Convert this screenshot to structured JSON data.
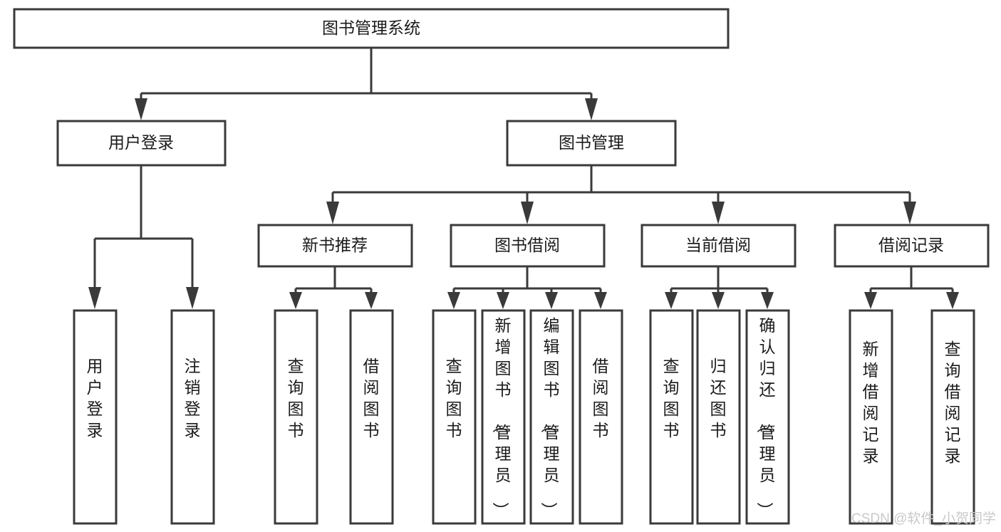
{
  "diagram": {
    "title": "图书管理系统",
    "type": "tree-hierarchy",
    "watermark": "CSDN @软件_小贺同学",
    "root": {
      "id": "root",
      "label": "图书管理系统"
    },
    "level2": [
      {
        "id": "user-login",
        "label": "用户登录"
      },
      {
        "id": "book-manage",
        "label": "图书管理"
      }
    ],
    "level3": [
      {
        "id": "new-book-recommend",
        "label": "新书推荐",
        "parent": "book-manage"
      },
      {
        "id": "book-borrow",
        "label": "图书借阅",
        "parent": "book-manage"
      },
      {
        "id": "current-borrow",
        "label": "当前借阅",
        "parent": "book-manage"
      },
      {
        "id": "borrow-record",
        "label": "借阅记录",
        "parent": "book-manage"
      }
    ],
    "leaves": [
      {
        "id": "leaf-1",
        "label": "用户登录",
        "parent": "user-login"
      },
      {
        "id": "leaf-2",
        "label": "注销登录",
        "parent": "user-login"
      },
      {
        "id": "leaf-3",
        "label": "查询图书",
        "parent": "new-book-recommend"
      },
      {
        "id": "leaf-4",
        "label": "借阅图书",
        "parent": "new-book-recommend"
      },
      {
        "id": "leaf-5",
        "label": "查询图书",
        "parent": "book-borrow"
      },
      {
        "id": "leaf-6",
        "label": "新增图书（管理员）",
        "parent": "book-borrow"
      },
      {
        "id": "leaf-7",
        "label": "编辑图书（管理员）",
        "parent": "book-borrow"
      },
      {
        "id": "leaf-8",
        "label": "借阅图书",
        "parent": "book-borrow"
      },
      {
        "id": "leaf-9",
        "label": "查询图书",
        "parent": "current-borrow"
      },
      {
        "id": "leaf-10",
        "label": "归还图书",
        "parent": "current-borrow"
      },
      {
        "id": "leaf-11",
        "label": "确认归还（管理员）",
        "parent": "current-borrow"
      },
      {
        "id": "leaf-12",
        "label": "新增借阅记录",
        "parent": "borrow-record"
      },
      {
        "id": "leaf-13",
        "label": "查询借阅记录",
        "parent": "borrow-record"
      }
    ],
    "colors": {
      "box_stroke": "#3a3a3a",
      "box_fill": "#ffffff",
      "text": "#1b1b1b",
      "connector": "#3a3a3a",
      "watermark": "#c9c9c9",
      "background": "#ffffff"
    }
  }
}
